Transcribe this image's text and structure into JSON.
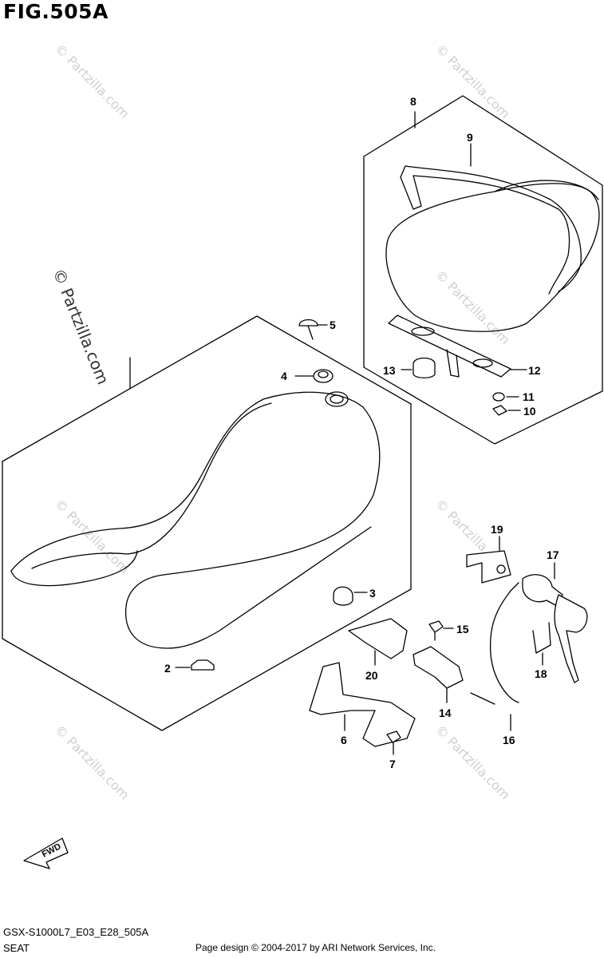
{
  "figure": {
    "title": "FIG.505A",
    "model_code": "GSX-S1000L7_E03_E28_505A",
    "section": "SEAT",
    "credit": "Page design © 2004-2017 by ARI Network Services, Inc."
  },
  "watermark": {
    "text": "© Partzilla.com",
    "color": "#c8c8c8"
  },
  "fwd_label": "FWD",
  "callouts": [
    {
      "id": "2",
      "label": "2"
    },
    {
      "id": "3",
      "label": "3"
    },
    {
      "id": "4",
      "label": "4"
    },
    {
      "id": "5",
      "label": "5"
    },
    {
      "id": "6",
      "label": "6"
    },
    {
      "id": "7",
      "label": "7"
    },
    {
      "id": "8",
      "label": "8"
    },
    {
      "id": "9",
      "label": "9"
    },
    {
      "id": "10",
      "label": "10"
    },
    {
      "id": "11",
      "label": "11"
    },
    {
      "id": "12",
      "label": "12"
    },
    {
      "id": "13",
      "label": "13"
    },
    {
      "id": "14",
      "label": "14"
    },
    {
      "id": "15",
      "label": "15"
    },
    {
      "id": "16",
      "label": "16"
    },
    {
      "id": "17",
      "label": "17"
    },
    {
      "id": "18",
      "label": "18"
    },
    {
      "id": "19",
      "label": "19"
    },
    {
      "id": "20",
      "label": "20"
    }
  ]
}
